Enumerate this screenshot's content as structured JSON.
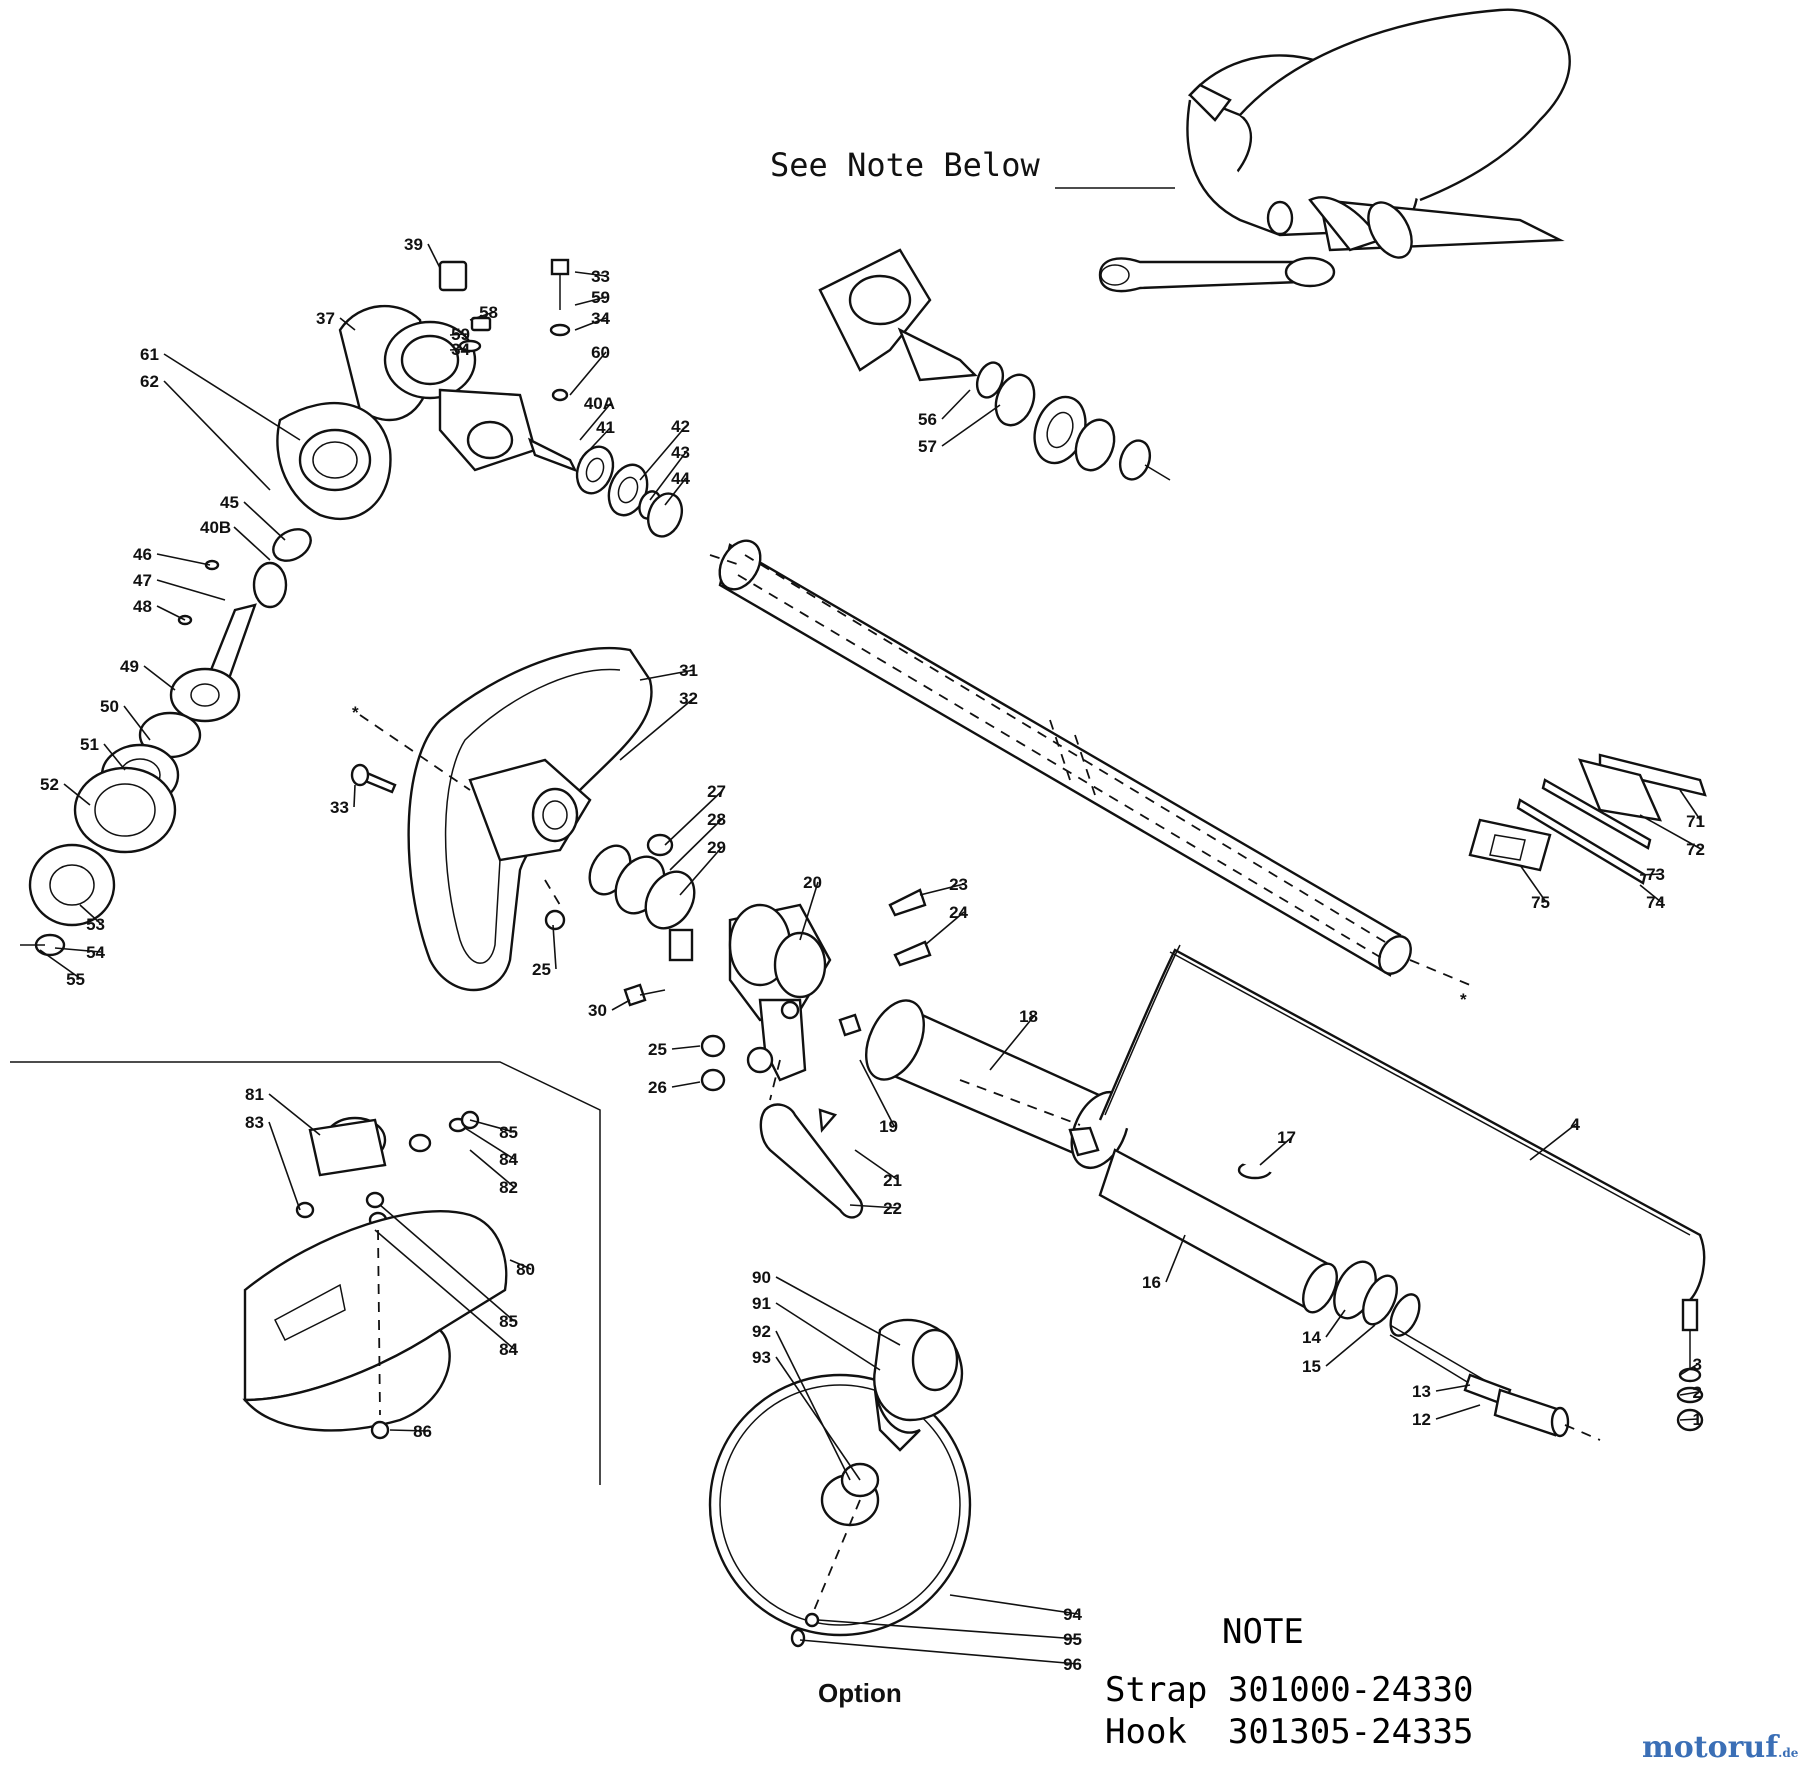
{
  "header_note": "See Note Below",
  "option_label": "Option",
  "note": {
    "heading": "NOTE",
    "rows": [
      {
        "item": "Strap",
        "part_no": "301000-24330"
      },
      {
        "item": "Hook",
        "part_no": "301305-24335"
      }
    ]
  },
  "watermark": {
    "main": "motoruf",
    "suffix": ".de"
  },
  "callouts": [
    "1",
    "2",
    "3",
    "4",
    "12",
    "13",
    "14",
    "15",
    "16",
    "17",
    "18",
    "19",
    "20",
    "21",
    "22",
    "23",
    "24",
    "25",
    "25",
    "26",
    "27",
    "28",
    "29",
    "30",
    "31",
    "32",
    "33",
    "33",
    "34",
    "34",
    "37",
    "39",
    "40A",
    "40B",
    "41",
    "42",
    "43",
    "44",
    "45",
    "46",
    "47",
    "48",
    "49",
    "50",
    "51",
    "52",
    "53",
    "54",
    "55",
    "56",
    "57",
    "58",
    "59",
    "59",
    "60",
    "61",
    "62",
    "71",
    "72",
    "73",
    "74",
    "75",
    "80",
    "81",
    "82",
    "83",
    "84",
    "84",
    "85",
    "85",
    "86",
    "90",
    "91",
    "92",
    "93",
    "94",
    "95",
    "96"
  ]
}
